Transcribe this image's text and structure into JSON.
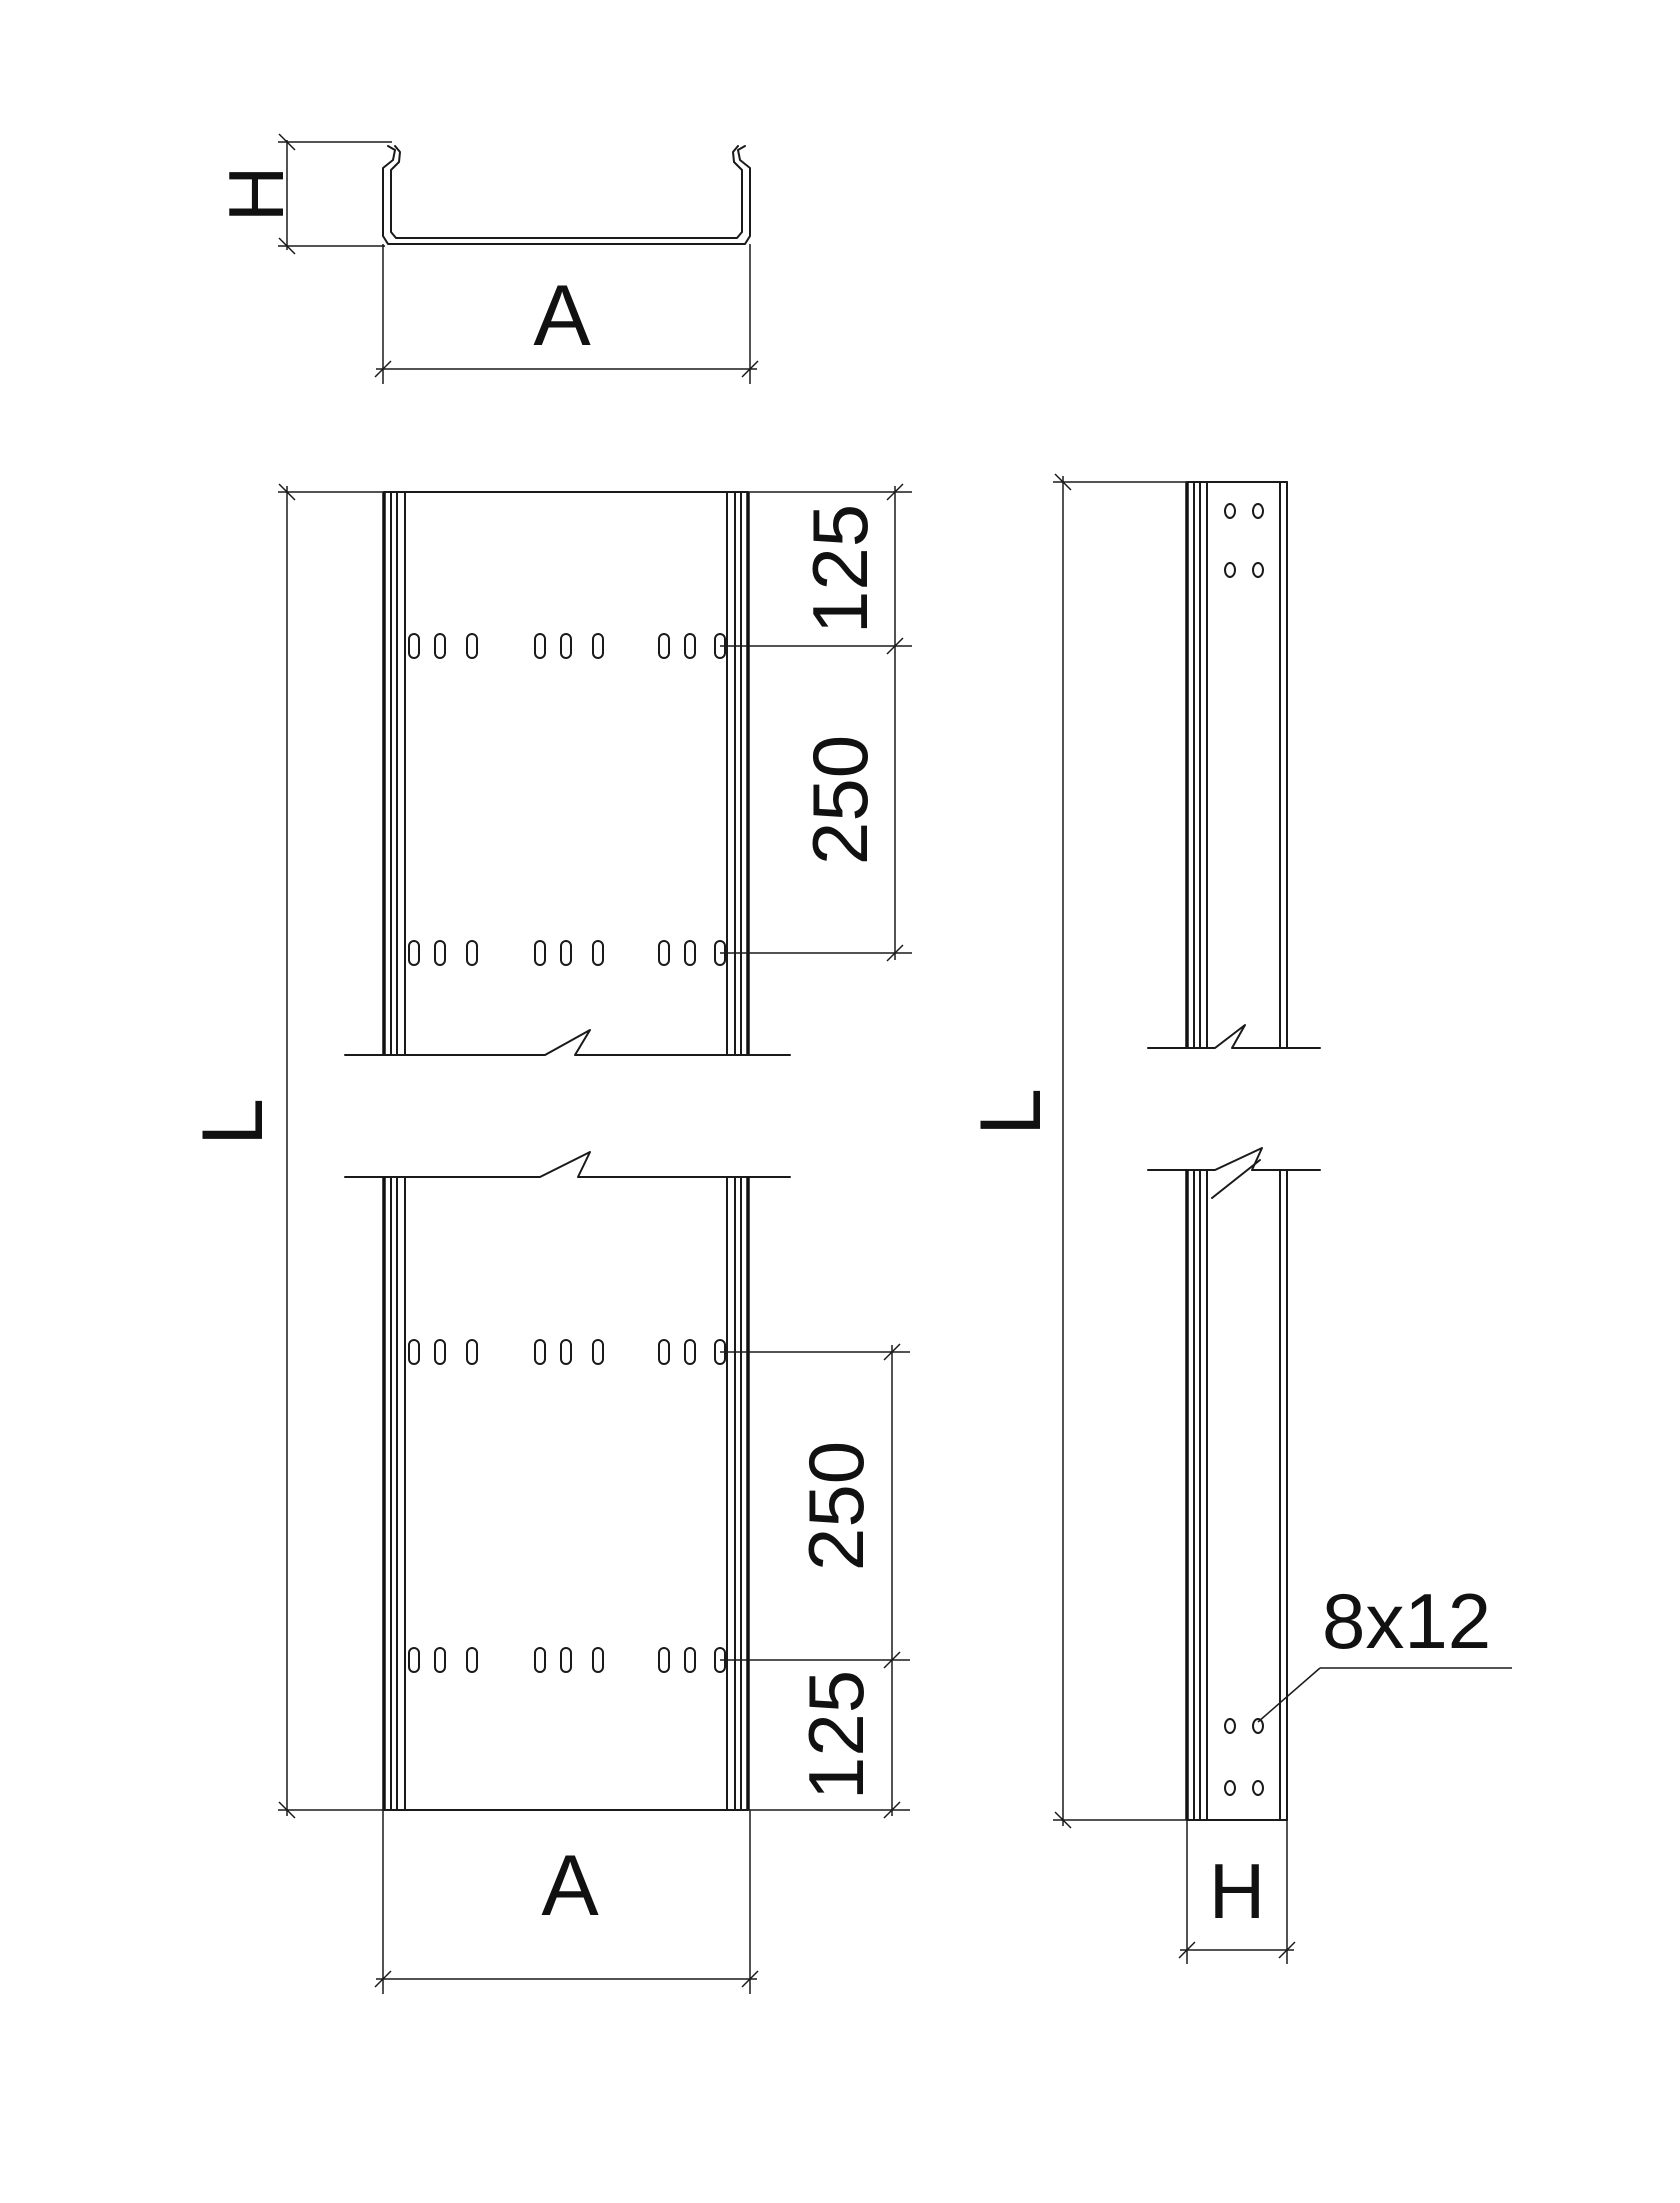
{
  "profile_view": {
    "height_label": "H",
    "width_label": "A"
  },
  "top_view": {
    "length_label": "L",
    "width_label": "A",
    "dim_top_end": "125",
    "dim_top_pitch": "250",
    "dim_bottom_pitch": "250",
    "dim_bottom_end": "125"
  },
  "side_view": {
    "length_label": "L",
    "height_label": "H",
    "hole_label": "8x12"
  },
  "colors": {
    "line": "#1a1a1a",
    "background": "#ffffff"
  }
}
